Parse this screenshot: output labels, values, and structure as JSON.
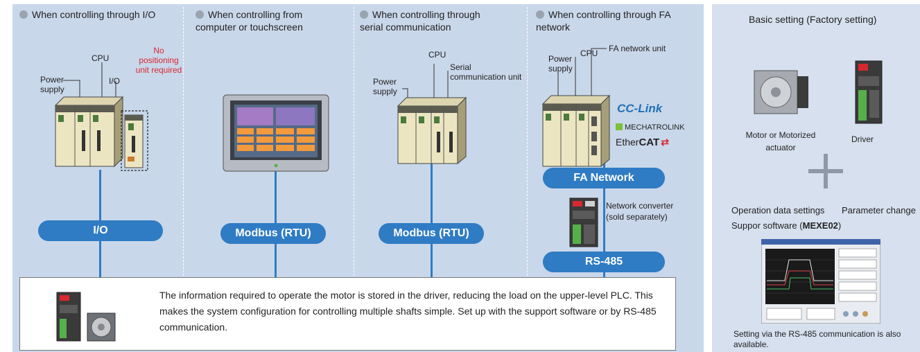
{
  "sections": [
    {
      "title": "When controlling through I/O",
      "bus": "I/O"
    },
    {
      "title": "When controlling from computer or touchscreen",
      "bus": "Modbus (RTU)"
    },
    {
      "title": "When controlling through serial communication",
      "bus": "Modbus (RTU)"
    },
    {
      "title": "When controlling through FA network",
      "bus": "FA Network",
      "bus2": "RS-485"
    }
  ],
  "labels": {
    "s1_power": "Power supply",
    "s1_cpu": "CPU",
    "s1_io": "I/O",
    "s1_no_pos": "No positioning unit required",
    "s3_cpu": "CPU",
    "s3_power": "Power supply",
    "s3_serial": "Serial communication unit",
    "s4_power": "Power supply",
    "s4_cpu": "CPU",
    "s4_fa_unit": "FA network unit",
    "s4_converter": "Network converter (sold separately)",
    "logo_cclink": "CC-Link",
    "logo_mechatrolink": "MECHATROLINK",
    "logo_ethercat_a": "Ether",
    "logo_ethercat_b": "CAT"
  },
  "info_text": "The information required to operate the motor is stored in the driver, reducing the load on the upper-level PLC. This makes the system configuration for controlling multiple shafts simple. Set up with the support software or by RS-485 communication.",
  "side": {
    "title": "Basic setting (Factory setting)",
    "motor_label": "Motor or Motorized actuator",
    "driver_label": "Driver",
    "op_data": "Operation data settings",
    "param": "Parameter change",
    "software_prefix": "Suppor software (",
    "software_name": "MEXE02",
    "software_suffix": ")",
    "footer": "Setting via the RS-485 communication is also available."
  },
  "colors": {
    "bus": "#2f7cc4",
    "panel": "#c9d7ea",
    "side_panel": "#d6e0ee",
    "note_red": "#d7282f"
  }
}
